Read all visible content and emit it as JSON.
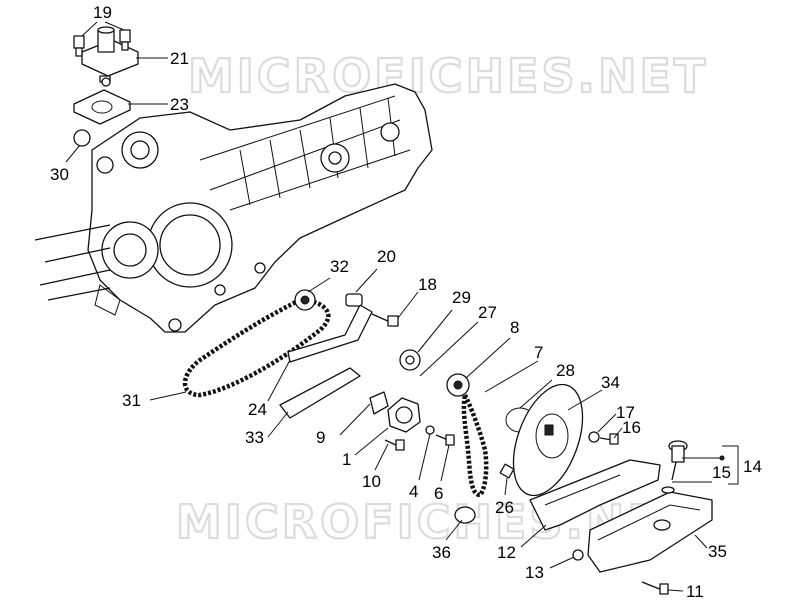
{
  "watermark": {
    "top_text": "MICROFICHES.NET",
    "bottom_text": "MICROFICHES.NET"
  },
  "callouts": [
    {
      "id": "c19",
      "label": "19"
    },
    {
      "id": "c21",
      "label": "21"
    },
    {
      "id": "c23",
      "label": "23"
    },
    {
      "id": "c30",
      "label": "30"
    },
    {
      "id": "c32",
      "label": "32"
    },
    {
      "id": "c20",
      "label": "20"
    },
    {
      "id": "c18",
      "label": "18"
    },
    {
      "id": "c29",
      "label": "29"
    },
    {
      "id": "c27",
      "label": "27"
    },
    {
      "id": "c8",
      "label": "8"
    },
    {
      "id": "c7",
      "label": "7"
    },
    {
      "id": "c28",
      "label": "28"
    },
    {
      "id": "c34",
      "label": "34"
    },
    {
      "id": "c17",
      "label": "17"
    },
    {
      "id": "c16",
      "label": "16"
    },
    {
      "id": "c31",
      "label": "31"
    },
    {
      "id": "c24",
      "label": "24"
    },
    {
      "id": "c33",
      "label": "33"
    },
    {
      "id": "c9",
      "label": "9"
    },
    {
      "id": "c1",
      "label": "1"
    },
    {
      "id": "c10",
      "label": "10"
    },
    {
      "id": "c4",
      "label": "4"
    },
    {
      "id": "c6",
      "label": "6"
    },
    {
      "id": "c26",
      "label": "26"
    },
    {
      "id": "c36",
      "label": "36"
    },
    {
      "id": "c12",
      "label": "12"
    },
    {
      "id": "c13",
      "label": "13"
    },
    {
      "id": "c14",
      "label": "14"
    },
    {
      "id": "c15",
      "label": "15"
    },
    {
      "id": "c35",
      "label": "35"
    },
    {
      "id": "c11",
      "label": "11"
    }
  ]
}
